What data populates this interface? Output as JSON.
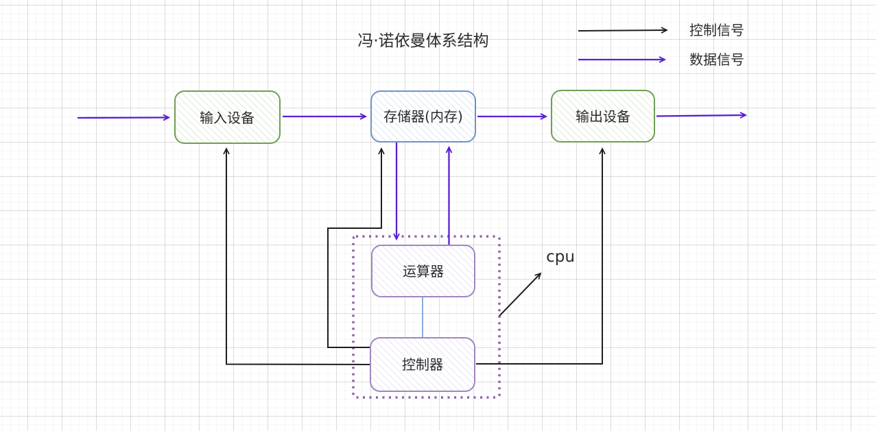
{
  "title": "冯·诺依曼体系结构",
  "legend": {
    "control": {
      "label": "控制信号",
      "color": "#1d1d1d"
    },
    "data": {
      "label": "数据信号",
      "color": "#5a1fd2"
    }
  },
  "nodes": {
    "input_device": {
      "label": "输入设备",
      "border": "#6f9e55",
      "hatch": "#cfe2c0"
    },
    "memory": {
      "label": "存储器(内存)",
      "border": "#6e93c6",
      "hatch": "#ccdcf1"
    },
    "output_device": {
      "label": "输出设备",
      "border": "#6f9e55",
      "hatch": "#cfe2c0"
    },
    "alu": {
      "label": "运算器",
      "border": "#a285bf",
      "hatch": "#e0d5ec"
    },
    "control_unit": {
      "label": "控制器",
      "border": "#a285bf",
      "hatch": "#e0d5ec"
    },
    "cpu_group": {
      "label": "cpu",
      "border": "#8e62a9"
    }
  },
  "edges": [
    {
      "from": "external",
      "to": "input_device",
      "signal": "数据信号"
    },
    {
      "from": "input_device",
      "to": "memory",
      "signal": "数据信号"
    },
    {
      "from": "memory",
      "to": "output_device",
      "signal": "数据信号"
    },
    {
      "from": "output_device",
      "to": "external",
      "signal": "数据信号"
    },
    {
      "from": "memory",
      "to": "alu",
      "signal": "数据信号"
    },
    {
      "from": "alu",
      "to": "memory",
      "signal": "数据信号"
    },
    {
      "from": "control_unit",
      "to": "input_device",
      "signal": "控制信号"
    },
    {
      "from": "control_unit",
      "to": "memory",
      "signal": "控制信号"
    },
    {
      "from": "control_unit",
      "to": "output_device",
      "signal": "控制信号"
    },
    {
      "from": "alu",
      "to": "control_unit",
      "signal": "内部连接"
    },
    {
      "from": "cpu_label",
      "to": "cpu_group",
      "signal": "标注"
    }
  ],
  "colors": {
    "link_blue": "#88abdd",
    "text": "#2b2b2b",
    "grid_major": "#dedede",
    "grid_minor": "#f4f4f4"
  }
}
